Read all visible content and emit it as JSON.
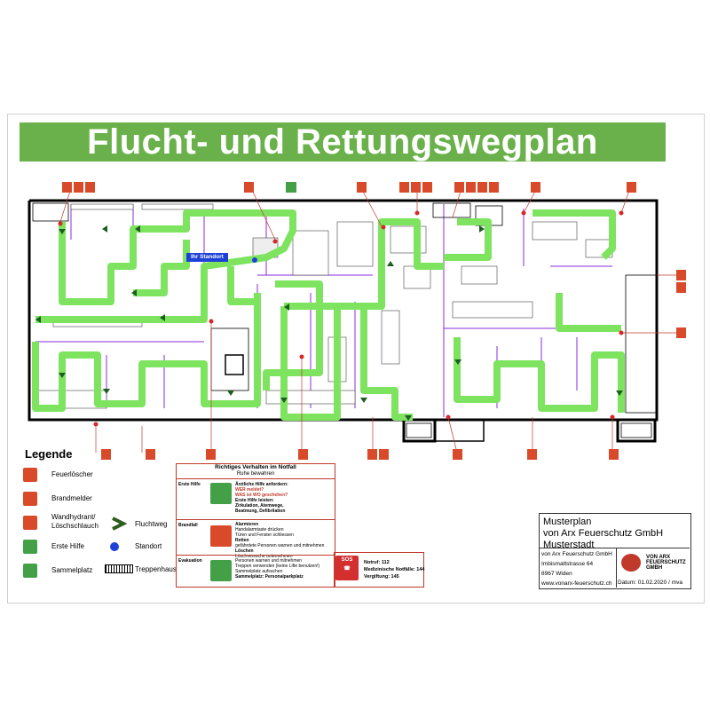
{
  "title": "Flucht- und Rettungswegplan",
  "you_are_here": "Ihr Standort",
  "legend": {
    "title": "Legende",
    "items": [
      {
        "label": "Feuerlöscher",
        "icon": "fire-extinguisher-icon"
      },
      {
        "label": "Brandmelder",
        "icon": "fire-alarm-icon"
      },
      {
        "label": "Wandhydrant/ Löschschlauch",
        "icon": "fire-hose-icon"
      },
      {
        "label": "Fluchtweg",
        "icon": "escape-route-arrow-icon"
      },
      {
        "label": "Erste Hilfe",
        "icon": "first-aid-icon"
      },
      {
        "label": "Standort",
        "icon": "location-dot-icon"
      },
      {
        "label": "Sammelplatz",
        "icon": "assembly-point-icon"
      },
      {
        "label": "Treppenhaus",
        "icon": "staircase-icon"
      }
    ]
  },
  "rules": {
    "title": "Richtiges Verhalten im Notfall",
    "subtitle": "Ruhe bewahren",
    "first_aid": {
      "label": "Erste Hilfe",
      "line1": "Ärztliche Hilfe anfordern:",
      "line2": "WER meldet?",
      "line3": "WAS ist WO geschehen?",
      "line4": "Erste Hilfe leisten:",
      "line5": "Zirkulation, Atemwege,",
      "line6": "Beatmung, Defibrilation"
    },
    "fire": {
      "label": "Brandfall",
      "line1": "Alarmieren",
      "line2": "Handalarmtaste drücken",
      "line3": "Türen und Fenster schliessen",
      "line4": "Retten",
      "line5": "gefährdete Personen warnen und mitnehmen",
      "line6": "Löschen",
      "line7": "Löschversuche unternehmen"
    },
    "evacuation": {
      "label": "Evakuation",
      "line1": "Personen warnen und mitnehmen",
      "line2": "Treppen verwenden (keine Lifte benutzen!)",
      "line3": "Sammelplatz aufsuchen",
      "line4": "Sammelplatz: Personalparkplatz"
    }
  },
  "emergency": {
    "sos": "SOS",
    "line1": "Notruf: 112",
    "line2": "Medizinische Notfälle: 144",
    "line3": "Vergiftung: 145"
  },
  "company": {
    "line1": "Musterplan",
    "line2": "von Arx Feuerschutz GmbH",
    "line3": "Musterstadt",
    "addr1": "von Arx Feuerschutz GmbH",
    "addr2": "Imbismattstrasse 64",
    "addr3": "8967 Widen",
    "addr4": "www.vonarx-feuerschutz.ch",
    "date": "Datum:  01.02.2020 / mva",
    "brand1": "VON ARX",
    "brand2": "FEUERSCHUTZ",
    "brand3": "GMBH"
  },
  "colors": {
    "green": "#6ab14b",
    "route": "#7ee35f",
    "wall": "#000000",
    "interior": "#8a2be2",
    "red": "#d94a2b",
    "blue": "#1e40d8"
  }
}
